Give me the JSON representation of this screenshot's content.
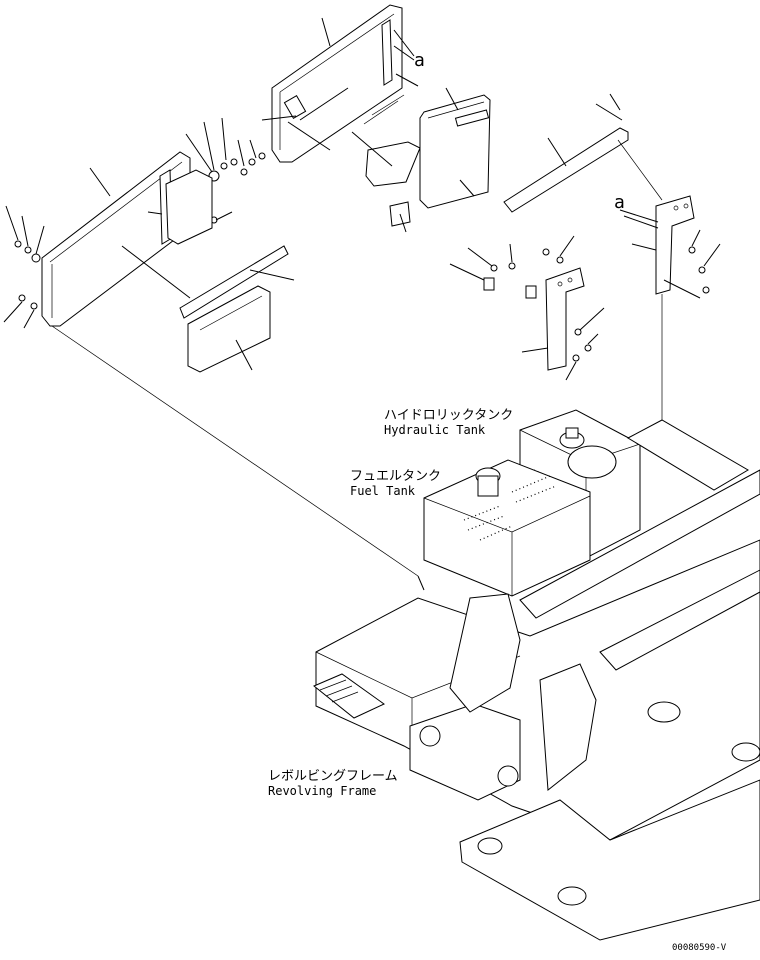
{
  "labels": {
    "hydraulic_tank_jp": "ハイドロリックタンク",
    "hydraulic_tank_en": "Hydraulic Tank",
    "fuel_tank_jp": "フュエルタンク",
    "fuel_tank_en": "Fuel Tank",
    "revolving_frame_jp": "レボルビングフレーム",
    "revolving_frame_en": "Revolving Frame",
    "ref_a_upper": "a",
    "ref_a_bracket": "a",
    "drawing_code": "00080590-V"
  }
}
